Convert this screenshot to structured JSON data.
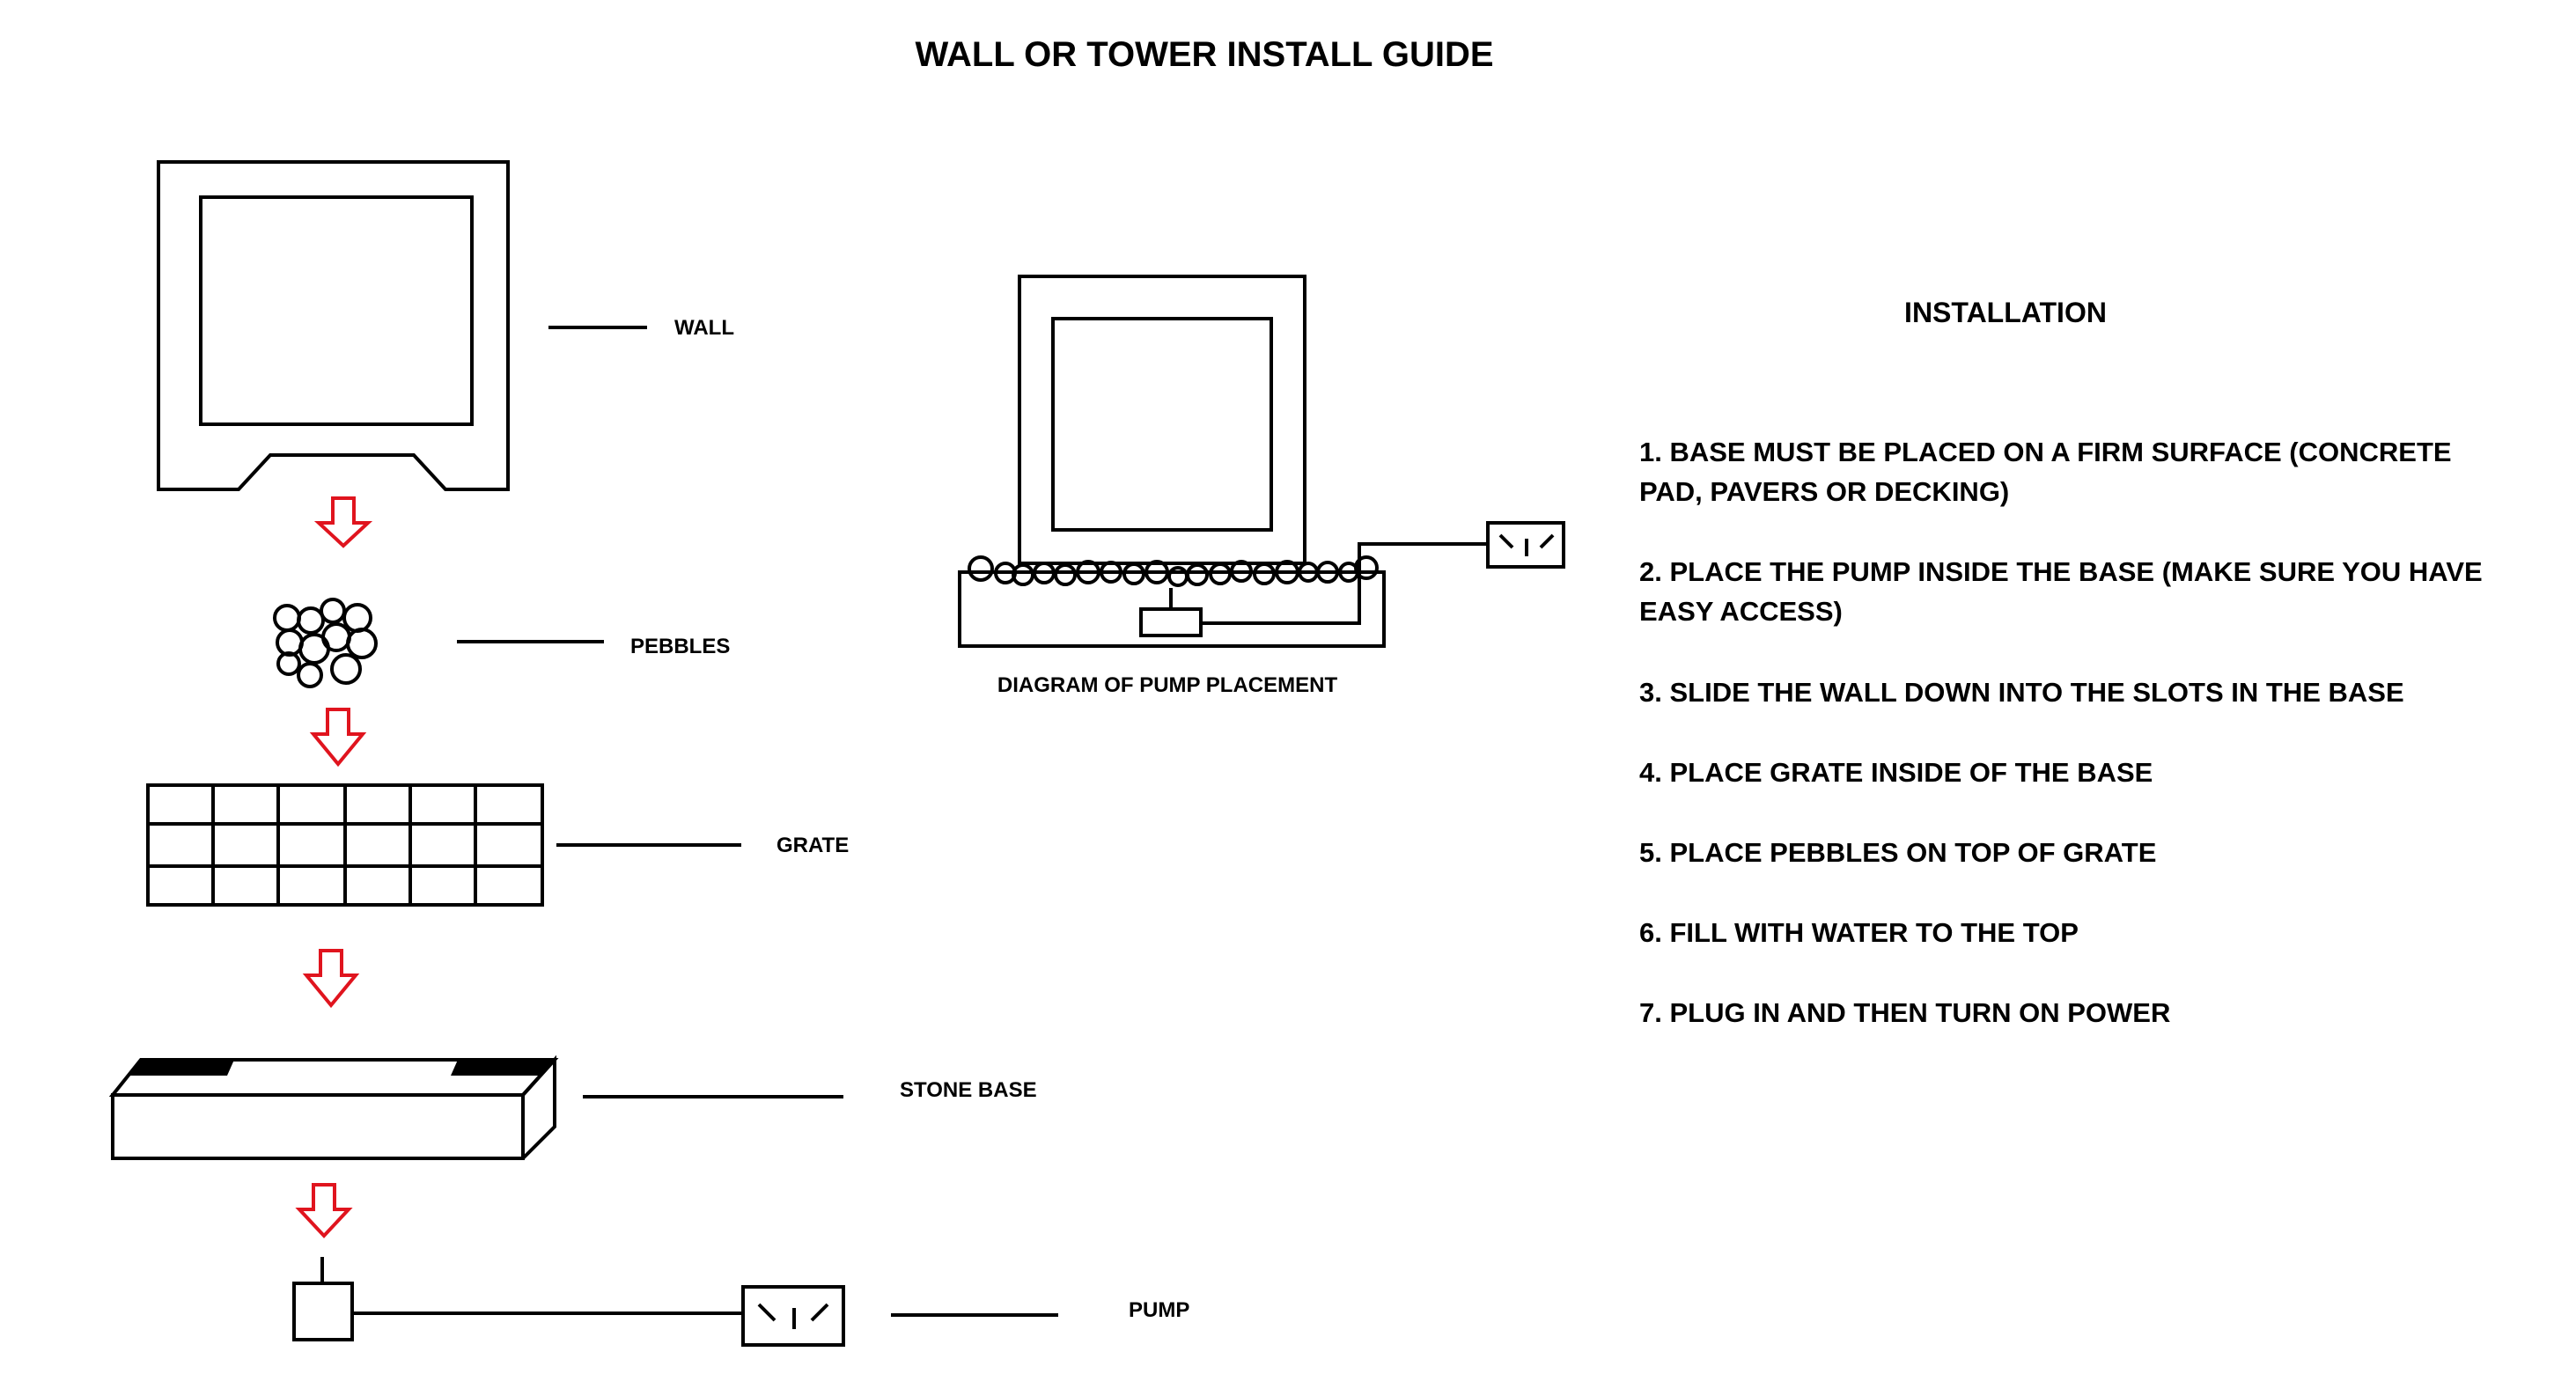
{
  "title": "WALL OR TOWER INSTALL GUIDE",
  "components": {
    "wall": "WALL",
    "pebbles": "PEBBLES",
    "grate": "GRATE",
    "stone_base": "STONE BASE",
    "pump": "PUMP"
  },
  "placement_diagram": {
    "caption": "DIAGRAM OF PUMP PLACEMENT"
  },
  "installation": {
    "heading": "INSTALLATION",
    "steps": [
      [
        "1. BASE MUST BE PLACED ON A FIRM SURFACE (CONCRETE",
        "PAD, PAVERS OR DECKING)"
      ],
      [
        "2. PLACE THE PUMP INSIDE THE BASE (MAKE SURE YOU HAVE",
        "EASY ACCESS)"
      ],
      [
        "3. SLIDE THE WALL DOWN INTO THE SLOTS IN THE BASE"
      ],
      [
        "4. PLACE GRATE INSIDE OF THE BASE"
      ],
      [
        "5. PLACE PEBBLES ON TOP OF GRATE"
      ],
      [
        "6. FILL WITH WATER TO THE TOP"
      ],
      [
        "7. PLUG IN AND THEN TURN ON POWER"
      ]
    ]
  },
  "colors": {
    "arrow": "#e0141e",
    "line": "#000000",
    "background": "#ffffff"
  }
}
